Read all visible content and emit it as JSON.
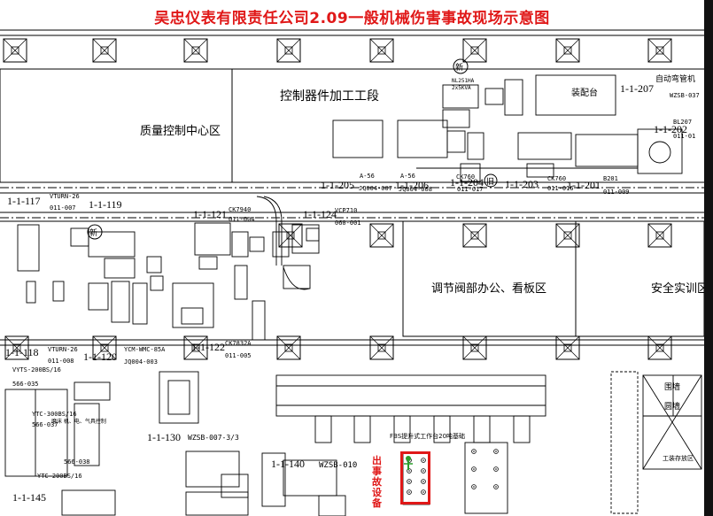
{
  "title": "吴忠仪表有限责任公司2.09一般机械伤害事故现场示意图",
  "zones": {
    "control_machining": "控制器件加工工段",
    "quality_center": "质量控制中心区",
    "valve_office": "调节阀部办公、看板区",
    "safety_training": "安全实训区",
    "assembly_table": "装配台"
  },
  "labels": {
    "new1": "新",
    "new2": "新",
    "auto_bender": "自动弯管机",
    "l207": "1-1-207",
    "l207_code": "WZSB-037",
    "l202": "1-1-202",
    "bl207": "BL207",
    "l202_code": "011-01",
    "nl": "NL251HA",
    "nl2": "2x5KVA",
    "a56a": "A-56",
    "a56b": "A-56",
    "l205": "1-1-205",
    "l205_code": "JQ004-007",
    "l206": "1-1-206",
    "l206_code": "JQ004-008",
    "l204": "1-1-204",
    "ck2": "CK760",
    "l204_code": "011-017",
    "old": "旧",
    "l203": "1-1-203",
    "ck760": "CK760",
    "l203_code": "011-016",
    "l201": "1-1-201",
    "b201": "B201",
    "l201_code": "011-009",
    "l117": "1-1-117",
    "vturn": "VTURN-26",
    "l117_code": "011-007",
    "l119": "1-1-119",
    "l121": "1-1-121",
    "ck7940": "CK7940",
    "l121_code": "011-004",
    "l124": "1-1-124",
    "vcp710": "VCP710",
    "l124_code": "060-001",
    "l118": "1-1-118",
    "vturn2": "VTURN-26",
    "l118_code": "011-008",
    "vt3": "VYTS-200BS/16",
    "l120": "1-1-120",
    "ycm": "YCM-WMC-85A",
    "l120_code": "JQ004-003",
    "l122": "1-1-122",
    "ck7832": "CK7832A",
    "l122_code": "011-005",
    "c566a": "566-035",
    "ytc1": "YTC-300BS/16",
    "c566b": "566-037",
    "mix": "磨床 机、电、气具控制",
    "l130": "1-1-130",
    "l130_code": "WZSB-007-3/3",
    "l140": "1-1-140",
    "l140_code": "WZSB-010",
    "l145": "1-1-145",
    "ytc2": "YTC-200BS/16",
    "c566c": "566-038",
    "conveyor": "FBS提升式工作台20吨基础",
    "accident": "出事故设备",
    "fence": "围墙",
    "fence2": "圆墙",
    "sand": "工装存放区"
  },
  "colors": {
    "title": "#e01818",
    "highlight": "#e01818",
    "person": "#2a9d2a"
  }
}
